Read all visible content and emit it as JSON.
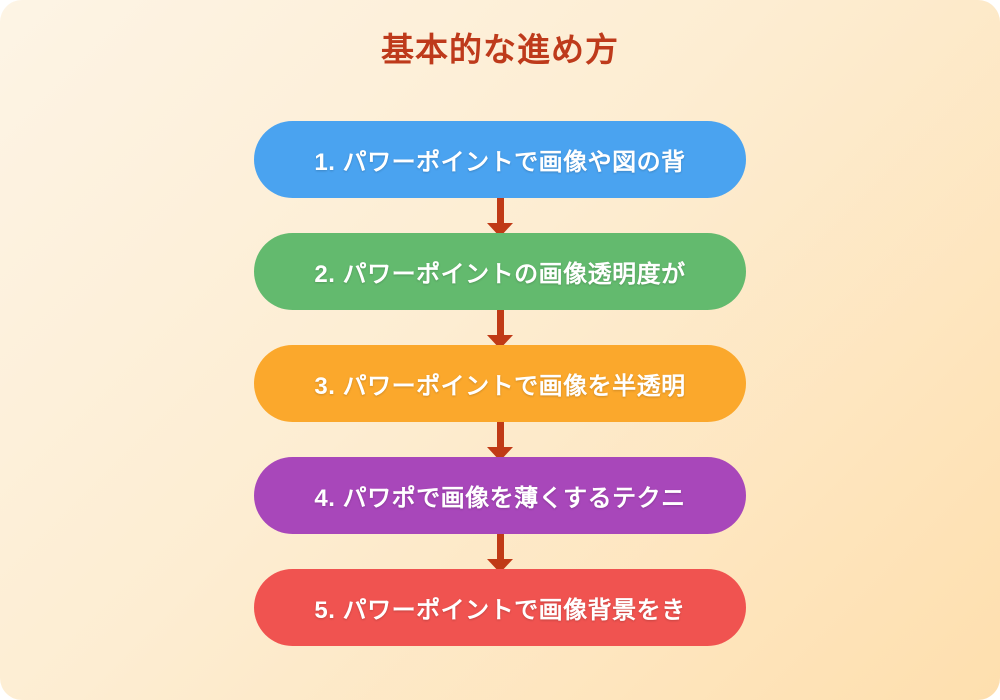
{
  "title": "基本的な進め方",
  "colors": {
    "title": "#BE3A1B",
    "arrow": "#C03A16",
    "background_start": "#FDF4E5",
    "background_end": "#FEDFAE",
    "step_text": "#FFFFFF"
  },
  "steps": [
    {
      "label": "1. パワーポイントで画像や図の背",
      "color": "#4AA3F0"
    },
    {
      "label": "2. パワーポイントの画像透明度が",
      "color": "#63BA6E"
    },
    {
      "label": "3. パワーポイントで画像を半透明",
      "color": "#FBA82C"
    },
    {
      "label": "4. パワポで画像を薄くするテクニ",
      "color": "#A847BA"
    },
    {
      "label": "5. パワーポイントで画像背景をき",
      "color": "#F05350"
    }
  ]
}
